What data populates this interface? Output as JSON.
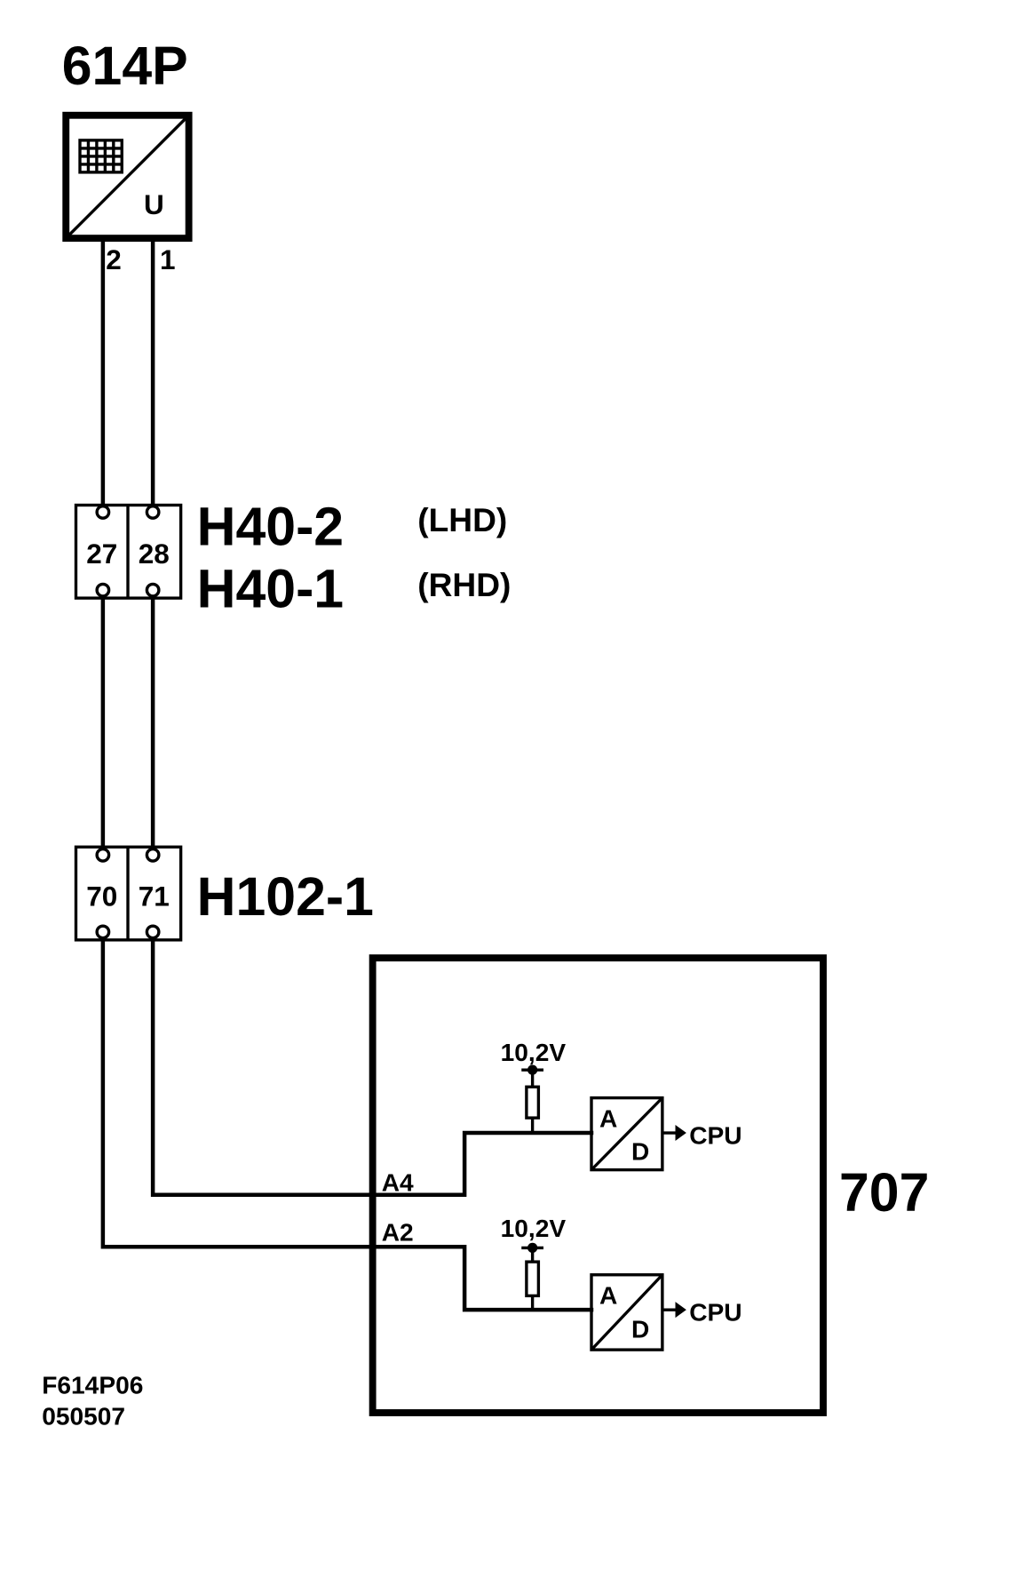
{
  "component": {
    "id": "614P",
    "pin_left": "2",
    "pin_right": "1",
    "output_symbol": "U"
  },
  "connectors": [
    {
      "label_primary": "H40-2",
      "label_secondary": "H40-1",
      "variant_primary": "(LHD)",
      "variant_secondary": "(RHD)",
      "pins": [
        "27",
        "28"
      ]
    },
    {
      "label_primary": "H102-1",
      "pins": [
        "70",
        "71"
      ]
    }
  ],
  "module": {
    "id": "707",
    "channels": [
      {
        "pin": "A4",
        "supply": "10,2V",
        "converter_in": "A",
        "converter_out": "D",
        "output": "CPU"
      },
      {
        "pin": "A2",
        "supply": "10,2V",
        "converter_in": "A",
        "converter_out": "D",
        "output": "CPU"
      }
    ]
  },
  "reference_lines": [
    "F614P06",
    "050507"
  ],
  "colors": {
    "line": "#000000",
    "background": "#ffffff"
  },
  "icons": [
    "sensor-grid-icon",
    "ad-converter-icon",
    "resistor-icon",
    "arrow-right-icon"
  ]
}
